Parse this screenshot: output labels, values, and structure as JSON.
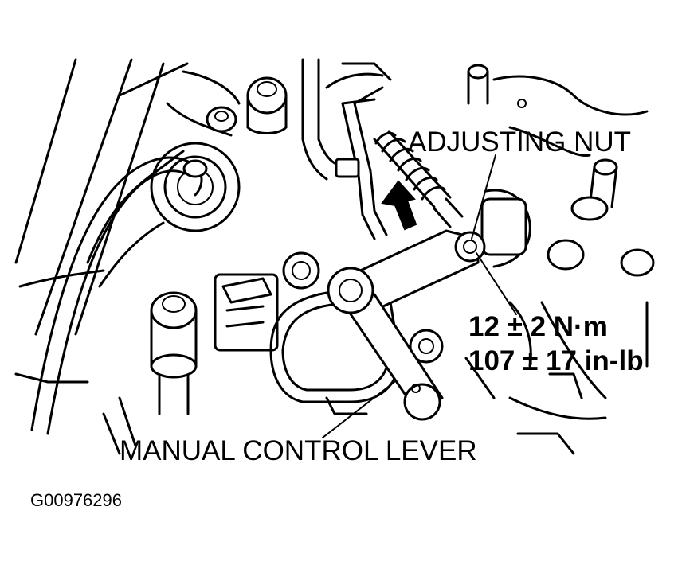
{
  "labels": {
    "adjusting_nut": "ADJUSTING NUT",
    "torque_metric": "12 ± 2 N·m",
    "torque_imperial": "107 ± 17 in-lb",
    "manual_control_lever": "MANUAL CONTROL LEVER"
  },
  "figure_id": "G00976296",
  "colors": {
    "ink": "#000000",
    "paper": "#ffffff"
  }
}
